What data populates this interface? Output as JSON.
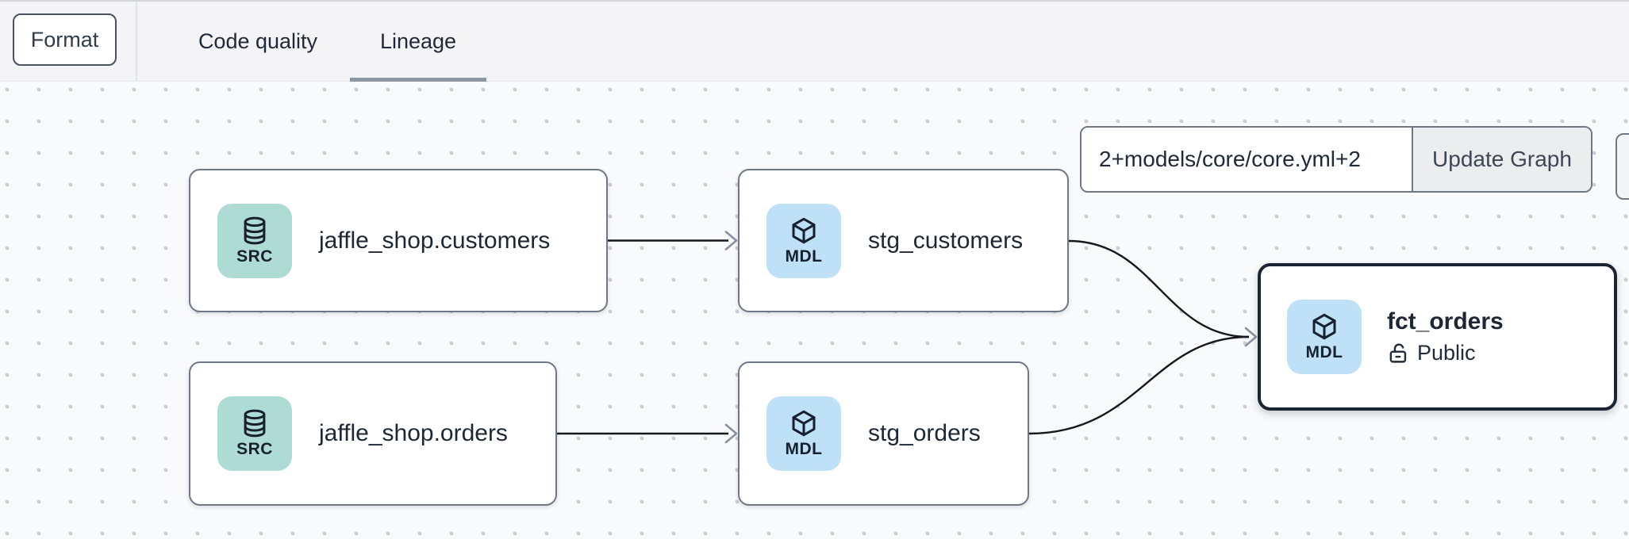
{
  "colors": {
    "topbar_bg": "#f4f4f6",
    "canvas_bg": "#f9fafb",
    "dot_grid": "#c9cdd4",
    "active_tab_underline": "#8e96a6",
    "node_border": "#6f7887",
    "selected_node_border": "#1c2433",
    "source_badge_bg": "#afdbd5",
    "model_badge_bg": "#bee1f8",
    "edge_line": "#15181e",
    "arrowhead": "#8b90a0",
    "text_dark": "#1f2a3a"
  },
  "toolbar": {
    "format_button_label": "Format",
    "tabs": [
      {
        "label": "Code quality",
        "active": false
      },
      {
        "label": "Lineage",
        "active": true
      }
    ]
  },
  "controls": {
    "selector_value": "2+models/core/core.yml+2",
    "update_button_label": "Update Graph"
  },
  "graph": {
    "nodes": [
      {
        "title": "jaffle_shop.customers",
        "badge": "SRC",
        "type": "source",
        "icon": "database-icon",
        "selected": false
      },
      {
        "title": "stg_customers",
        "badge": "MDL",
        "type": "model",
        "icon": "cube-icon",
        "selected": false
      },
      {
        "title": "jaffle_shop.orders",
        "badge": "SRC",
        "type": "source",
        "icon": "database-icon",
        "selected": false
      },
      {
        "title": "stg_orders",
        "badge": "MDL",
        "type": "model",
        "icon": "cube-icon",
        "selected": false
      },
      {
        "title": "fct_orders",
        "badge": "MDL",
        "type": "model",
        "icon": "cube-icon",
        "access": "Public",
        "selected": true
      }
    ],
    "edges": [
      {
        "source": "jaffle_shop.customers",
        "target": "stg_customers"
      },
      {
        "source": "jaffle_shop.orders",
        "target": "stg_orders"
      },
      {
        "source": "stg_customers",
        "target": "fct_orders"
      },
      {
        "source": "stg_orders",
        "target": "fct_orders"
      }
    ]
  }
}
